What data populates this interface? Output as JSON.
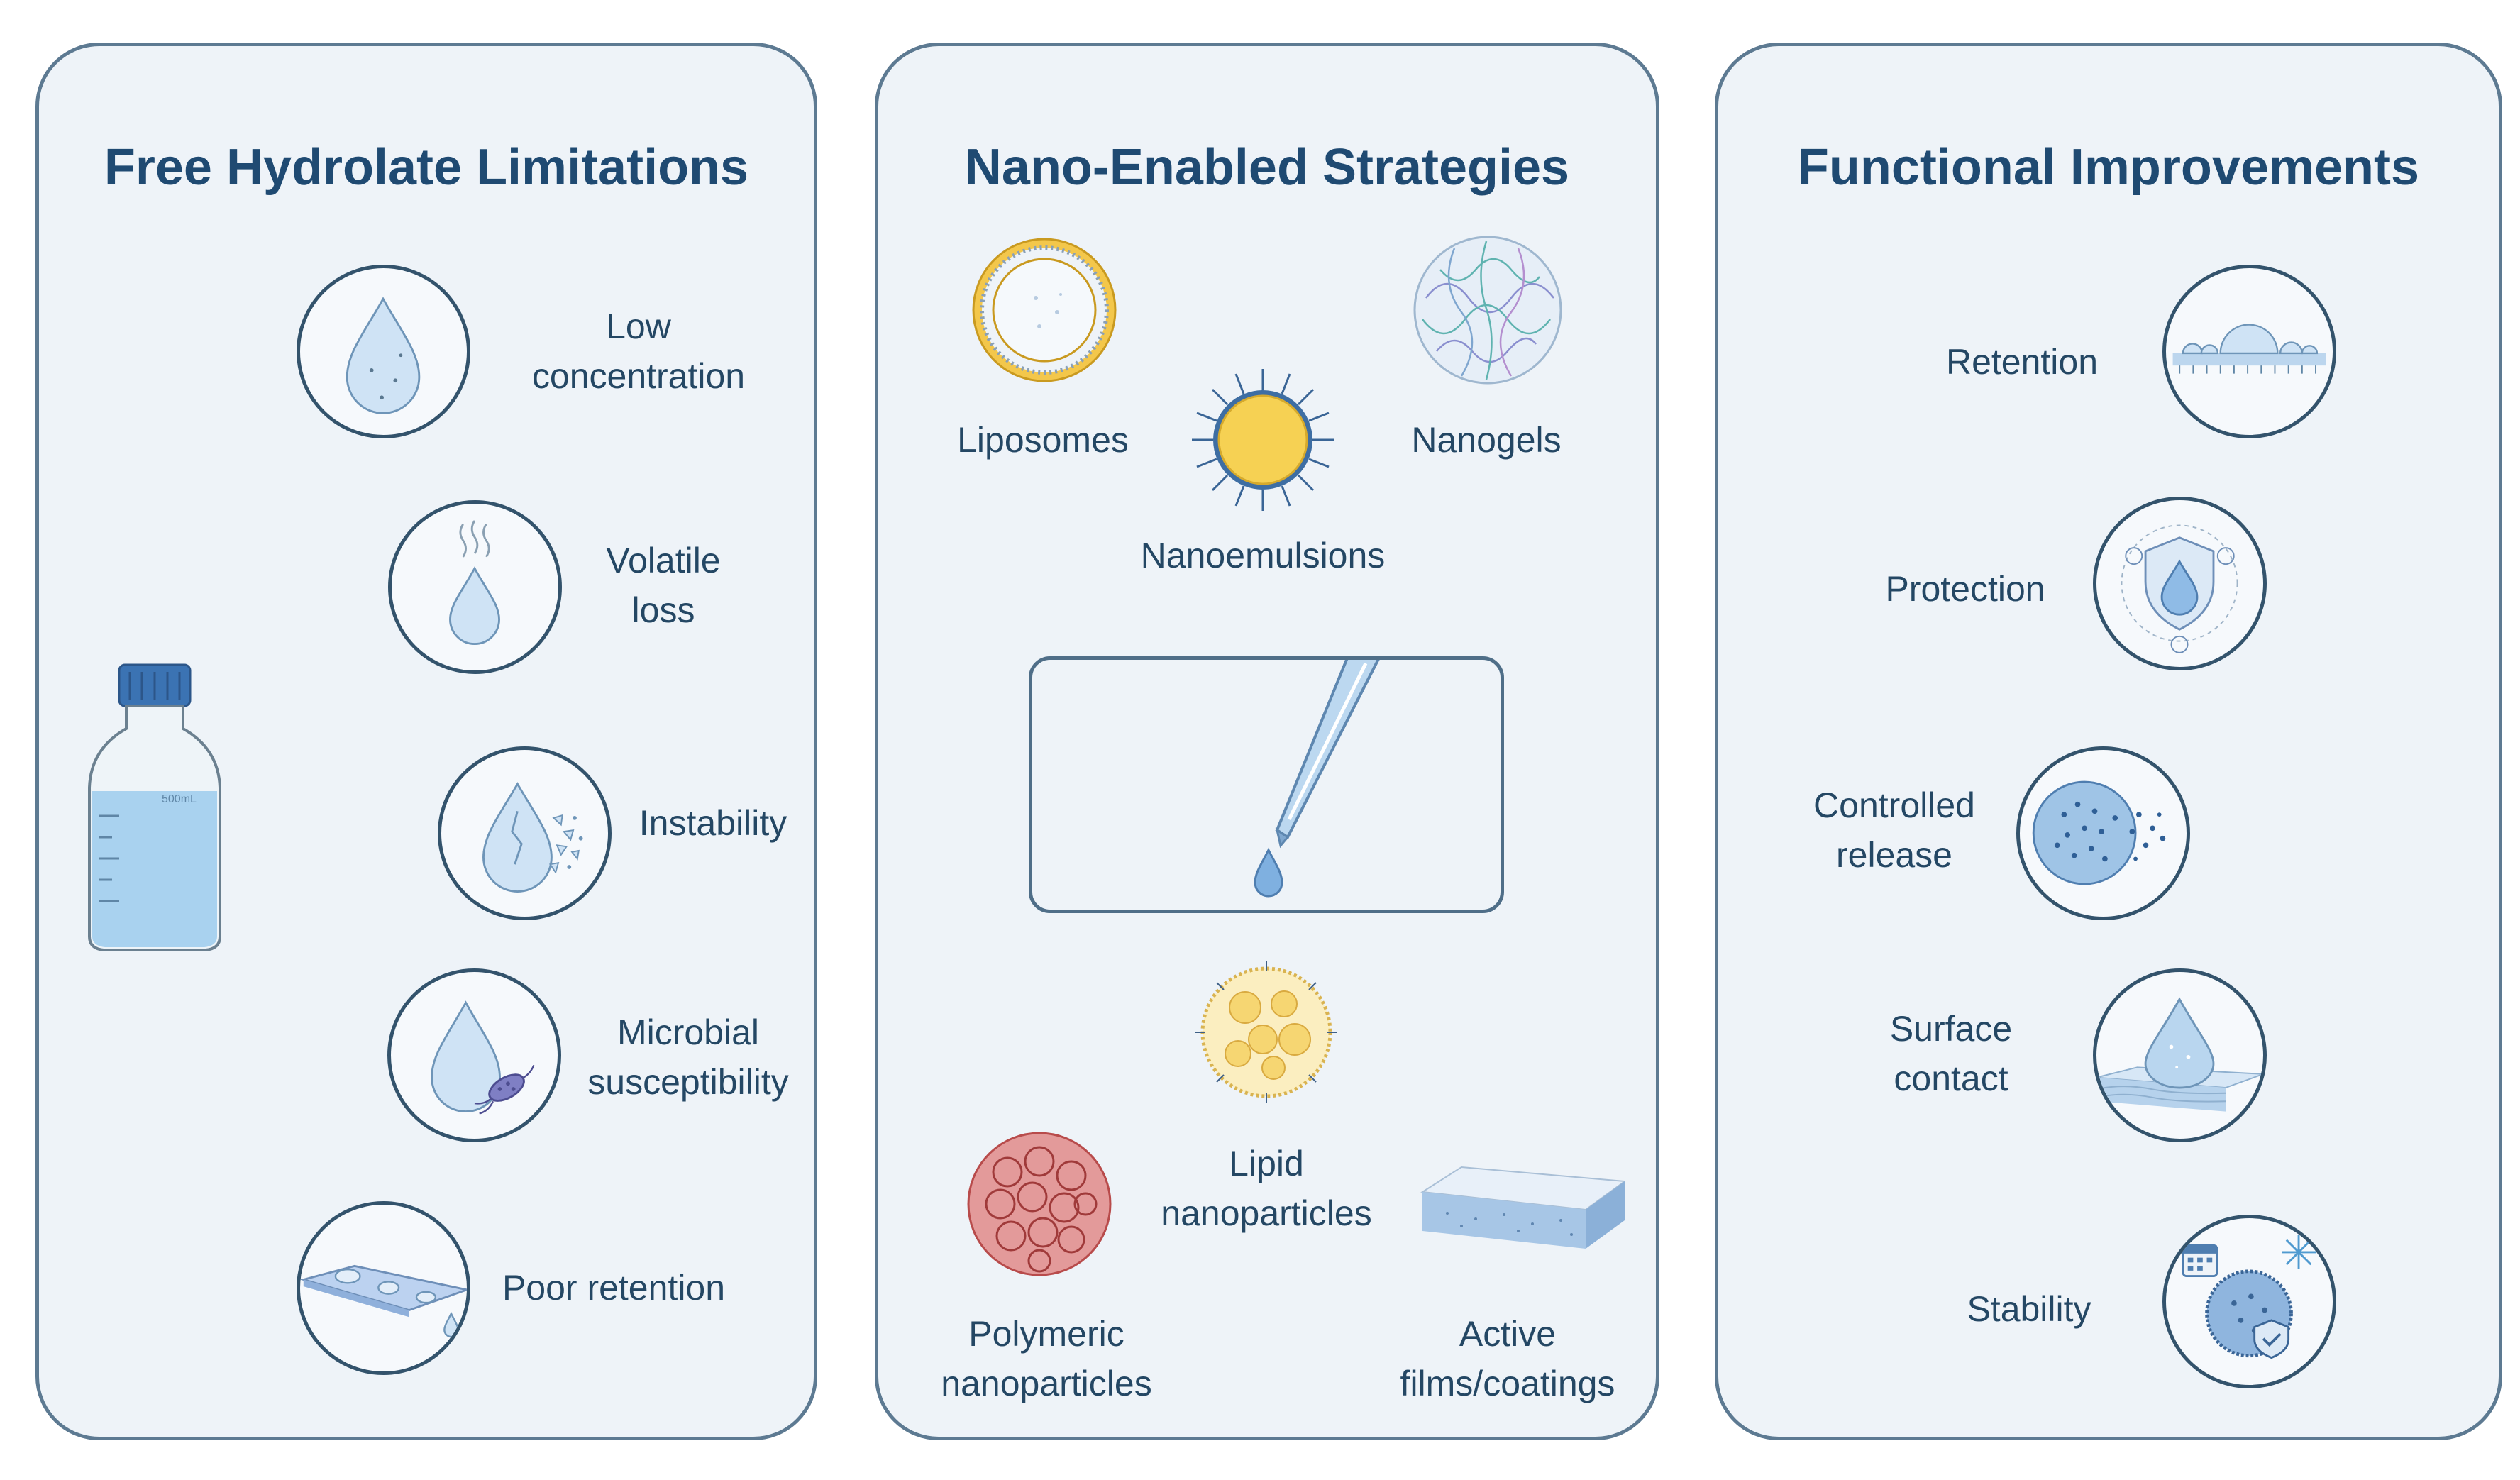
{
  "panels": {
    "limitations": {
      "title": "Free Hydrolate Limitations",
      "items": [
        {
          "label": "Low\nconcentration",
          "icon": "droplet-icon"
        },
        {
          "label": "Volatile\nloss",
          "icon": "evaporating-droplet-icon"
        },
        {
          "label": "Instability",
          "icon": "cracked-droplet-icon"
        },
        {
          "label": "Microbial\nsusceptibility",
          "icon": "droplet-bacteria-icon"
        },
        {
          "label": "Poor retention",
          "icon": "droplets-on-surface-icon"
        }
      ],
      "bottle_icon": "lab-bottle-icon",
      "bottle_text": "500mL"
    },
    "strategies": {
      "title": "Nano-Enabled Strategies",
      "items": [
        {
          "label": "Liposomes",
          "icon": "liposome-icon"
        },
        {
          "label": "Nanoemulsions",
          "icon": "nanoemulsion-icon"
        },
        {
          "label": "Nanogels",
          "icon": "nanogel-icon"
        },
        {
          "label": "Lipid\nnanoparticles",
          "icon": "lipid-nanoparticle-icon"
        },
        {
          "label": "Polymeric\nnanoparticles",
          "icon": "polymeric-nanoparticle-icon"
        },
        {
          "label": "Active\nfilms/coatings",
          "icon": "active-film-icon"
        }
      ],
      "center_icon": "dropper-icon"
    },
    "improvements": {
      "title": "Functional Improvements",
      "items": [
        {
          "label": "Retention",
          "icon": "surface-droplets-icon"
        },
        {
          "label": "Protection",
          "icon": "shield-droplet-icon"
        },
        {
          "label": "Controlled\nrelease",
          "icon": "releasing-particle-icon"
        },
        {
          "label": "Surface\ncontact",
          "icon": "droplet-on-layer-icon"
        },
        {
          "label": "Stability",
          "icon": "calendar-snowflake-particle-icon"
        }
      ]
    }
  },
  "colors": {
    "panel_border": "#5d7a92",
    "panel_fill": "#eef3f8",
    "title": "#1f4a72",
    "label": "#244764",
    "droplet": "#b9d6ef"
  }
}
